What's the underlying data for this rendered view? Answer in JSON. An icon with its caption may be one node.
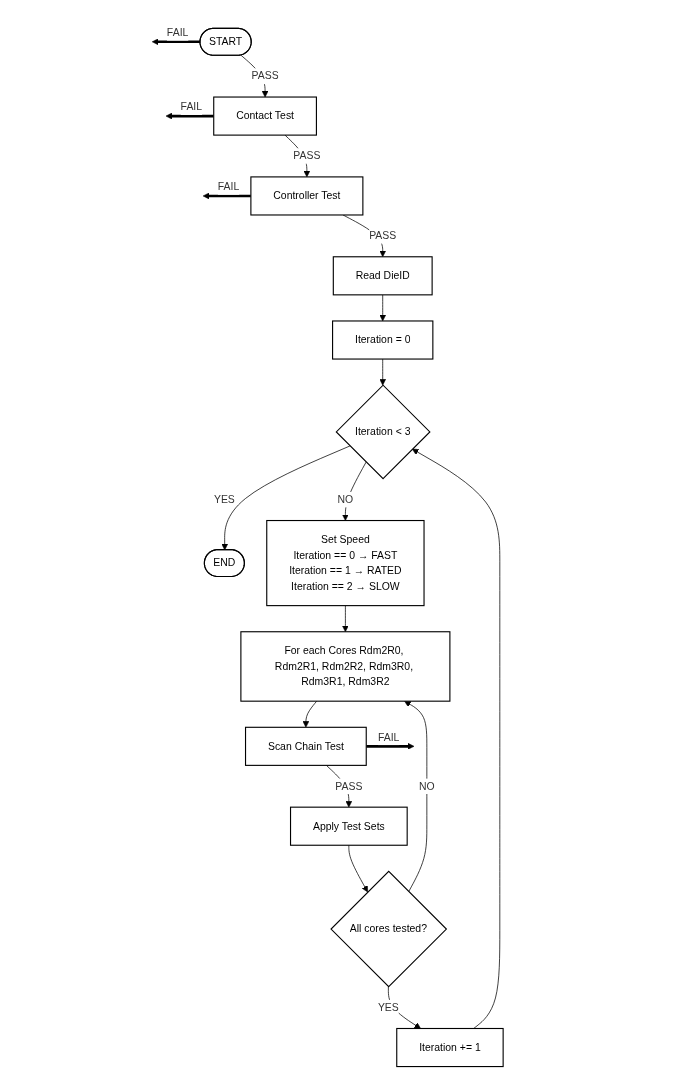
{
  "diagram": {
    "nodes": [
      {
        "text": [
          "START"
        ]
      },
      {
        "text": [
          "Contact Test"
        ]
      },
      {
        "text": [
          "Controller Test"
        ]
      },
      {
        "text": [
          "Read DieID"
        ]
      },
      {
        "text": [
          "Iteration = 0"
        ]
      },
      {
        "text": [
          "Iteration < 3"
        ]
      },
      {
        "text": [
          "END"
        ]
      },
      {
        "text": [
          "Set Speed",
          "Iteration == 0 → FAST",
          "Iteration == 1 → RATED",
          "Iteration == 2 → SLOW"
        ]
      },
      {
        "text": [
          "For each Cores Rdm2R0, Rdm2R1, Rdm2R2, Rdm3R0, Rdm3R1, Rdm3R2"
        ]
      },
      {
        "text": [
          "Scan Chain Test"
        ]
      },
      {
        "text": [
          "Apply Test Sets"
        ]
      },
      {
        "text": [
          "All cores tested?"
        ]
      },
      {
        "text": [
          "Iteration += 1"
        ]
      }
    ],
    "edges": [
      {
        "from": 0,
        "to": 1,
        "arrow": "to",
        "label": "PASS"
      },
      {
        "from": 0,
        "to": null,
        "arrow": "to",
        "label": "FAIL",
        "style": "thick"
      },
      {
        "from": 1,
        "to": 2,
        "arrow": "to",
        "label": "PASS"
      },
      {
        "from": 1,
        "to": null,
        "arrow": "to",
        "label": "FAIL",
        "style": "thick"
      },
      {
        "from": 2,
        "to": 3,
        "arrow": "to",
        "label": "PASS"
      },
      {
        "from": 2,
        "to": null,
        "arrow": "to",
        "label": "FAIL",
        "style": "thick"
      },
      {
        "from": 3,
        "to": 4,
        "arrow": "to"
      },
      {
        "from": 4,
        "to": 5,
        "arrow": "to"
      },
      {
        "from": 5,
        "to": 6,
        "arrow": "to",
        "label": "YES"
      },
      {
        "from": 5,
        "to": 7,
        "arrow": "to",
        "label": "NO"
      },
      {
        "from": 7,
        "to": 8,
        "arrow": "to"
      },
      {
        "from": 8,
        "to": 9,
        "arrow": "to"
      },
      {
        "from": 9,
        "to": null,
        "arrow": "to",
        "label": "FAIL",
        "style": "thick"
      },
      {
        "from": 9,
        "to": 10,
        "arrow": "to",
        "label": "PASS"
      },
      {
        "from": 10,
        "to": 11,
        "arrow": "to"
      },
      {
        "from": 11,
        "to": 12,
        "arrow": "to",
        "label": "YES"
      },
      {
        "from": 11,
        "to": 8,
        "arrow": "to",
        "label": "NO"
      },
      {
        "from": 12,
        "to": 5,
        "arrow": "to"
      }
    ]
  }
}
